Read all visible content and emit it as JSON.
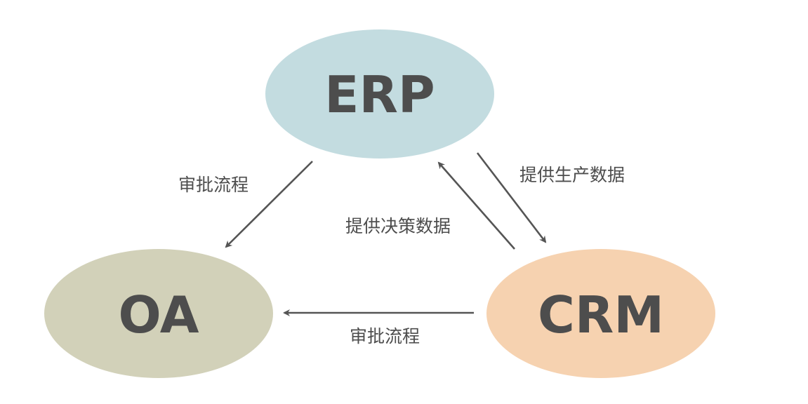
{
  "nodes": {
    "erp": {
      "label": "ERP",
      "color": "#c3dce0"
    },
    "oa": {
      "label": "OA",
      "color": "#d2d1b9"
    },
    "crm": {
      "label": "CRM",
      "color": "#f6d2b0"
    }
  },
  "edges": {
    "erp_to_oa": {
      "from": "ERP",
      "to": "OA",
      "label": "审批流程"
    },
    "erp_to_crm": {
      "from": "ERP",
      "to": "CRM",
      "label": "提供生产数据"
    },
    "crm_to_erp": {
      "from": "CRM",
      "to": "ERP",
      "label": "提供决策数据"
    },
    "crm_to_oa": {
      "from": "CRM",
      "to": "OA",
      "label": "审批流程"
    }
  },
  "colors": {
    "text": "#4d4d4d",
    "arrow": "#555555",
    "background": "#ffffff"
  }
}
